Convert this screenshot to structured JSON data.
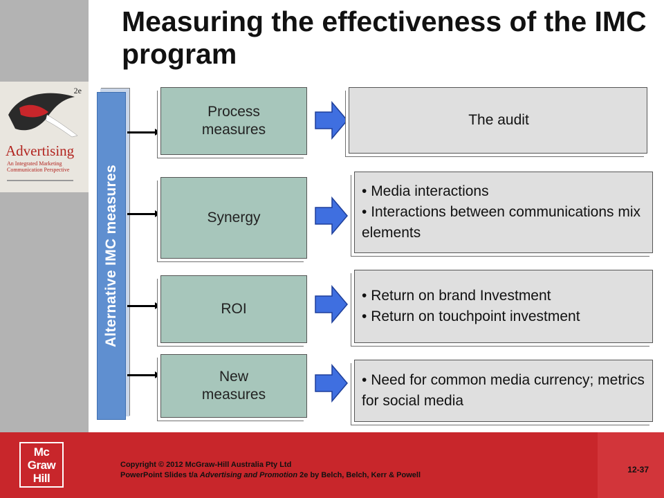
{
  "title": "Measuring the effectiveness of the IMC program",
  "side_label": "Alternative IMC measures",
  "book_cover": {
    "edition": "2e",
    "title": "Advertising",
    "subtitle": "An Integrated Marketing Communication Perspective"
  },
  "rows": [
    {
      "measure": "Process\nmeasures",
      "details": [
        "The audit"
      ],
      "bulleted": false
    },
    {
      "measure": "Synergy",
      "details": [
        "Media interactions",
        "Interactions between communications mix elements"
      ],
      "bulleted": true
    },
    {
      "measure": "ROI",
      "details": [
        "Return on brand Investment",
        "Return on touchpoint investment"
      ],
      "bulleted": true
    },
    {
      "measure": "New\nmeasures",
      "details": [
        "Need for common media currency; metrics for social media"
      ],
      "bulleted": true
    }
  ],
  "footer": {
    "logo_lines": [
      "Mc",
      "Graw",
      "Hill"
    ],
    "copyright_line1": "Copyright © 2012 McGraw-Hill Australia Pty Ltd",
    "copyright_line2_prefix": "PowerPoint Slides t/a ",
    "copyright_line2_italic": "Advertising and Promotion",
    "copyright_line2_suffix": " 2e by Belch, Belch, Kerr & Powell",
    "slide_number": "12-37"
  },
  "colors": {
    "vbar": "#5f8fd0",
    "measure_box": "#a7c6bb",
    "detail_box": "#dfdfdf",
    "arrow": "#3f6fe0",
    "footer": "#c8262b"
  }
}
